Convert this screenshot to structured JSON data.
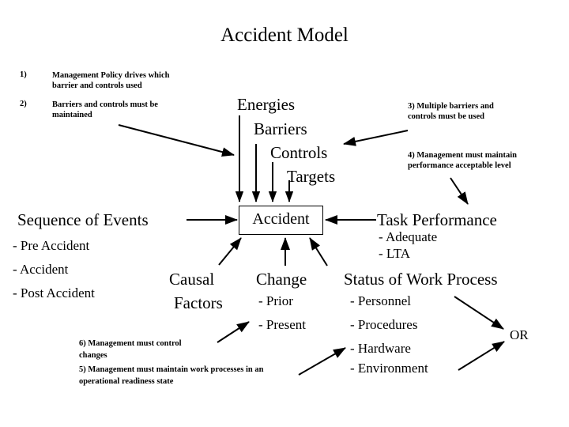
{
  "page": {
    "title": "Accident Model",
    "background_color": "#ffffff",
    "text_color": "#000000"
  },
  "notes": {
    "n1": {
      "num": "1)",
      "text_line1": "Management Policy drives which",
      "text_line2": "barrier and controls used"
    },
    "n2": {
      "num": "2)",
      "text_line1": "Barriers and controls must be",
      "text_line2": "maintained"
    },
    "n3": {
      "text_line1": "3) Multiple barriers and",
      "text_line2": "controls must be used"
    },
    "n4": {
      "text_line1": "4) Management must maintain",
      "text_line2": "performance acceptable level"
    },
    "n5": {
      "text_line1": "5) Management must maintain work processes in an",
      "text_line2": "operational readiness state"
    },
    "n6": {
      "text_line1": "6) Management must control",
      "text_line2": "changes"
    }
  },
  "staircase": {
    "items": [
      {
        "label": "Energies"
      },
      {
        "label": "Barriers"
      },
      {
        "label": "Controls"
      },
      {
        "label": "Targets"
      }
    ]
  },
  "center": {
    "accident_box_label": "Accident"
  },
  "left_column": {
    "heading": "Sequence of Events",
    "items": [
      "- Pre Accident",
      "- Accident",
      "- Post Accident"
    ]
  },
  "causal": {
    "heading_line1": "Causal",
    "heading_line2": "Factors"
  },
  "change": {
    "heading": "Change",
    "items": [
      "- Prior",
      "- Present"
    ]
  },
  "task_performance": {
    "heading": "Task Performance",
    "items": [
      "- Adequate",
      "- LTA"
    ]
  },
  "work_process": {
    "heading": "Status of Work Process",
    "items": [
      "- Personnel",
      "- Procedures",
      "- Hardware",
      "- Environment"
    ]
  },
  "logic": {
    "or_label": "OR"
  }
}
